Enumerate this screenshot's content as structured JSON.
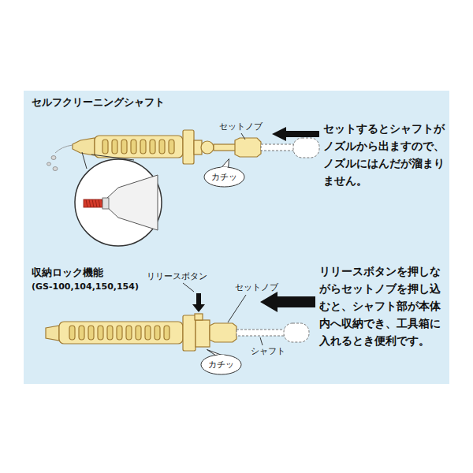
{
  "diagram": {
    "nodes": [
      {
        "text": [
          "カチッ"
        ]
      },
      {
        "text": [
          "カチッ"
        ]
      }
    ],
    "labels": [
      "セルフクリーニングシャフト",
      "セットノブ",
      "セットするとシャフトがノズルから出ますので、ノズルにはんだが溜まりません。",
      "収納ロック機能",
      "(GS-100,104,150,154)",
      "リリースボタン",
      "セットノブ",
      "シャフト",
      "リリースボタンを押しながらセットノブを押し込むと、シャフト部が本体内へ収納でき、工具箱に入れるとき便利です。"
    ]
  }
}
